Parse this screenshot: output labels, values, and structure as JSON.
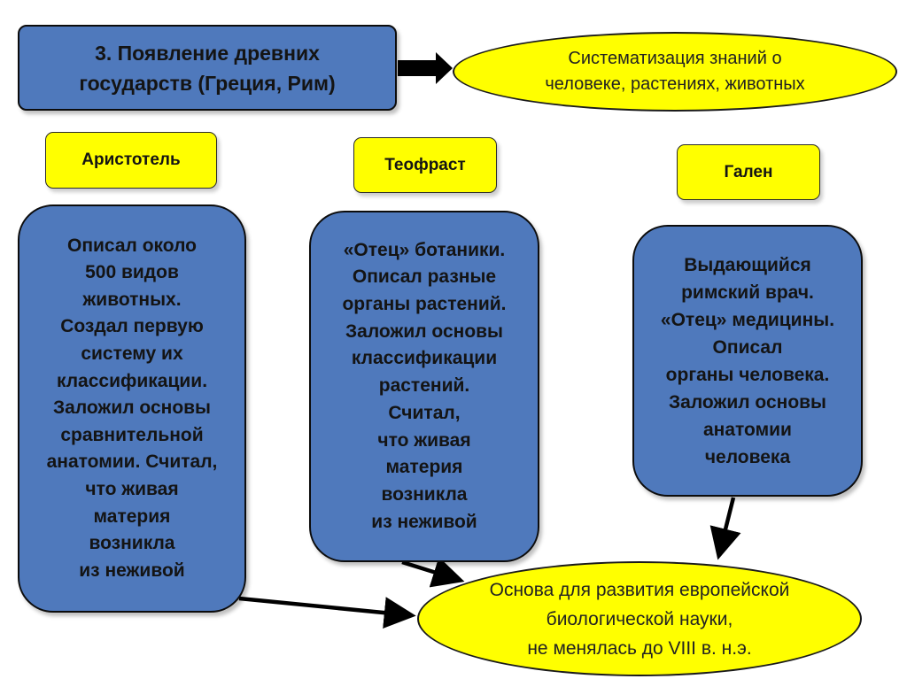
{
  "era": {
    "lines": [
      "3. Появление древних",
      "государств (Греция, Рим)"
    ]
  },
  "goal": {
    "lines": [
      "Систематизация  знаний о",
      "человеке, растениях, животных"
    ]
  },
  "scientists": {
    "aristotle": {
      "name": "Аристотель",
      "lines": [
        "Описал около",
        "500 видов",
        "животных.",
        "Создал первую",
        "систему их",
        "классификации.",
        "Заложил основы",
        "сравнительной",
        "анатомии. Считал,",
        "что живая",
        "материя",
        "возникла",
        "из неживой"
      ]
    },
    "theophrastus": {
      "name": "Теофраст",
      "lines": [
        "«Отец» ботаники.",
        "Описал разные",
        "органы растений.",
        "Заложил основы",
        "классификации",
        "растений.",
        "Считал,",
        "что живая",
        "материя",
        "возникла",
        "из неживой"
      ]
    },
    "galen": {
      "name": "Гален",
      "lines": [
        "Выдающийся",
        "римский врач.",
        "«Отец» медицины.",
        "Описал",
        "органы человека.",
        "Заложил основы",
        "анатомии",
        "человека"
      ]
    }
  },
  "result": {
    "lines": [
      "Основа для развития европейской",
      "биологической науки,",
      "не менялась до VIII в. н.э."
    ]
  },
  "colors": {
    "box_blue": "#4f79bc",
    "highlight_yellow": "#ffff00",
    "border": "#0c0c0c"
  }
}
